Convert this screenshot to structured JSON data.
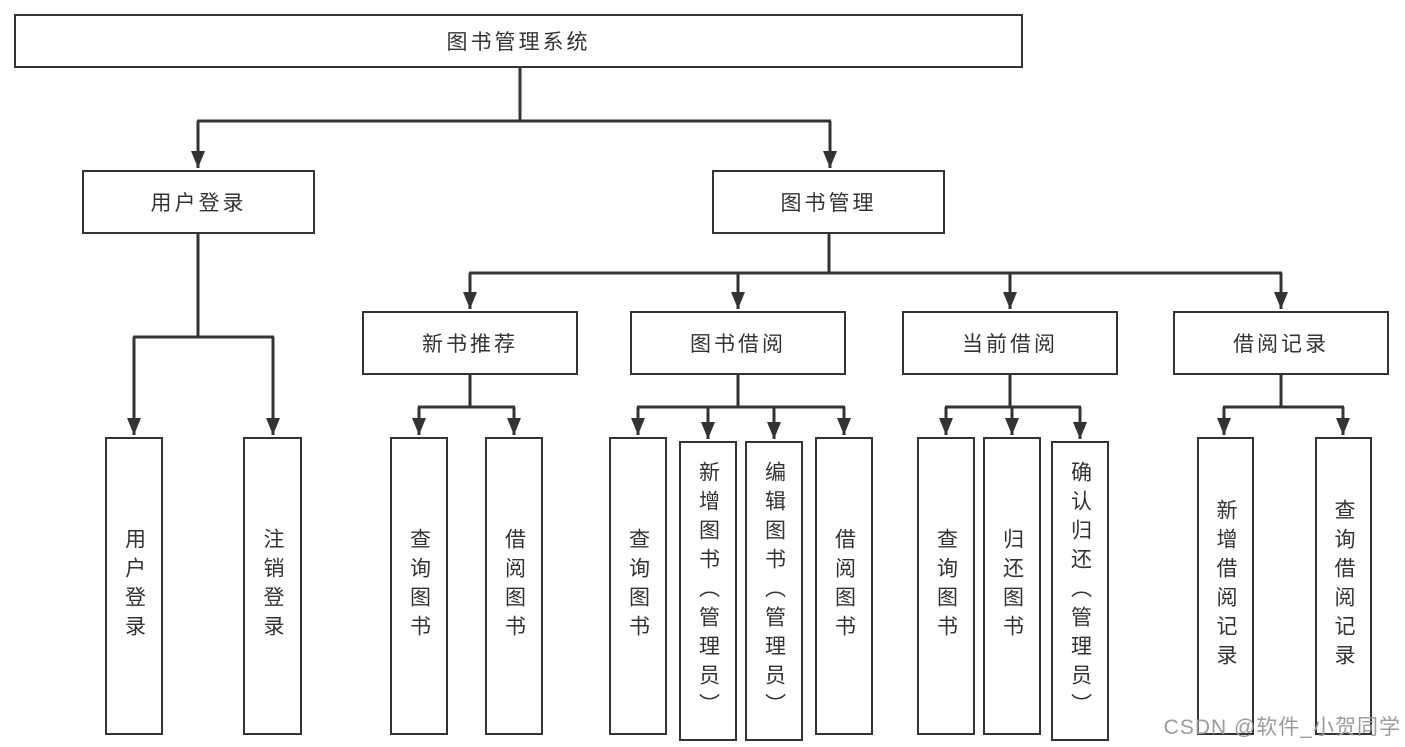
{
  "diagram": {
    "type": "hierarchy-tree",
    "title": "图书管理系统"
  },
  "colors": {
    "line": "#333333",
    "text": "#333333",
    "background": "#ffffff",
    "watermark": "#9b9b9e"
  },
  "tree": {
    "root": {
      "label": "图书管理系统"
    },
    "branches": [
      {
        "label": "用户登录",
        "children": [
          {
            "label": "用户登录"
          },
          {
            "label": "注销登录"
          }
        ]
      },
      {
        "label": "图书管理",
        "children": [
          {
            "label": "新书推荐",
            "children": [
              {
                "label": "查询图书"
              },
              {
                "label": "借阅图书"
              }
            ]
          },
          {
            "label": "图书借阅",
            "children": [
              {
                "label": "查询图书"
              },
              {
                "label": "新增图书（管理员）"
              },
              {
                "label": "编辑图书（管理员）"
              },
              {
                "label": "借阅图书"
              }
            ]
          },
          {
            "label": "当前借阅",
            "children": [
              {
                "label": "查询图书"
              },
              {
                "label": "归还图书"
              },
              {
                "label": "确认归还（管理员）"
              }
            ]
          },
          {
            "label": "借阅记录",
            "children": [
              {
                "label": "新增借阅记录"
              },
              {
                "label": "查询借阅记录"
              }
            ]
          }
        ]
      }
    ]
  },
  "watermark": "CSDN @软件_小贺同学"
}
